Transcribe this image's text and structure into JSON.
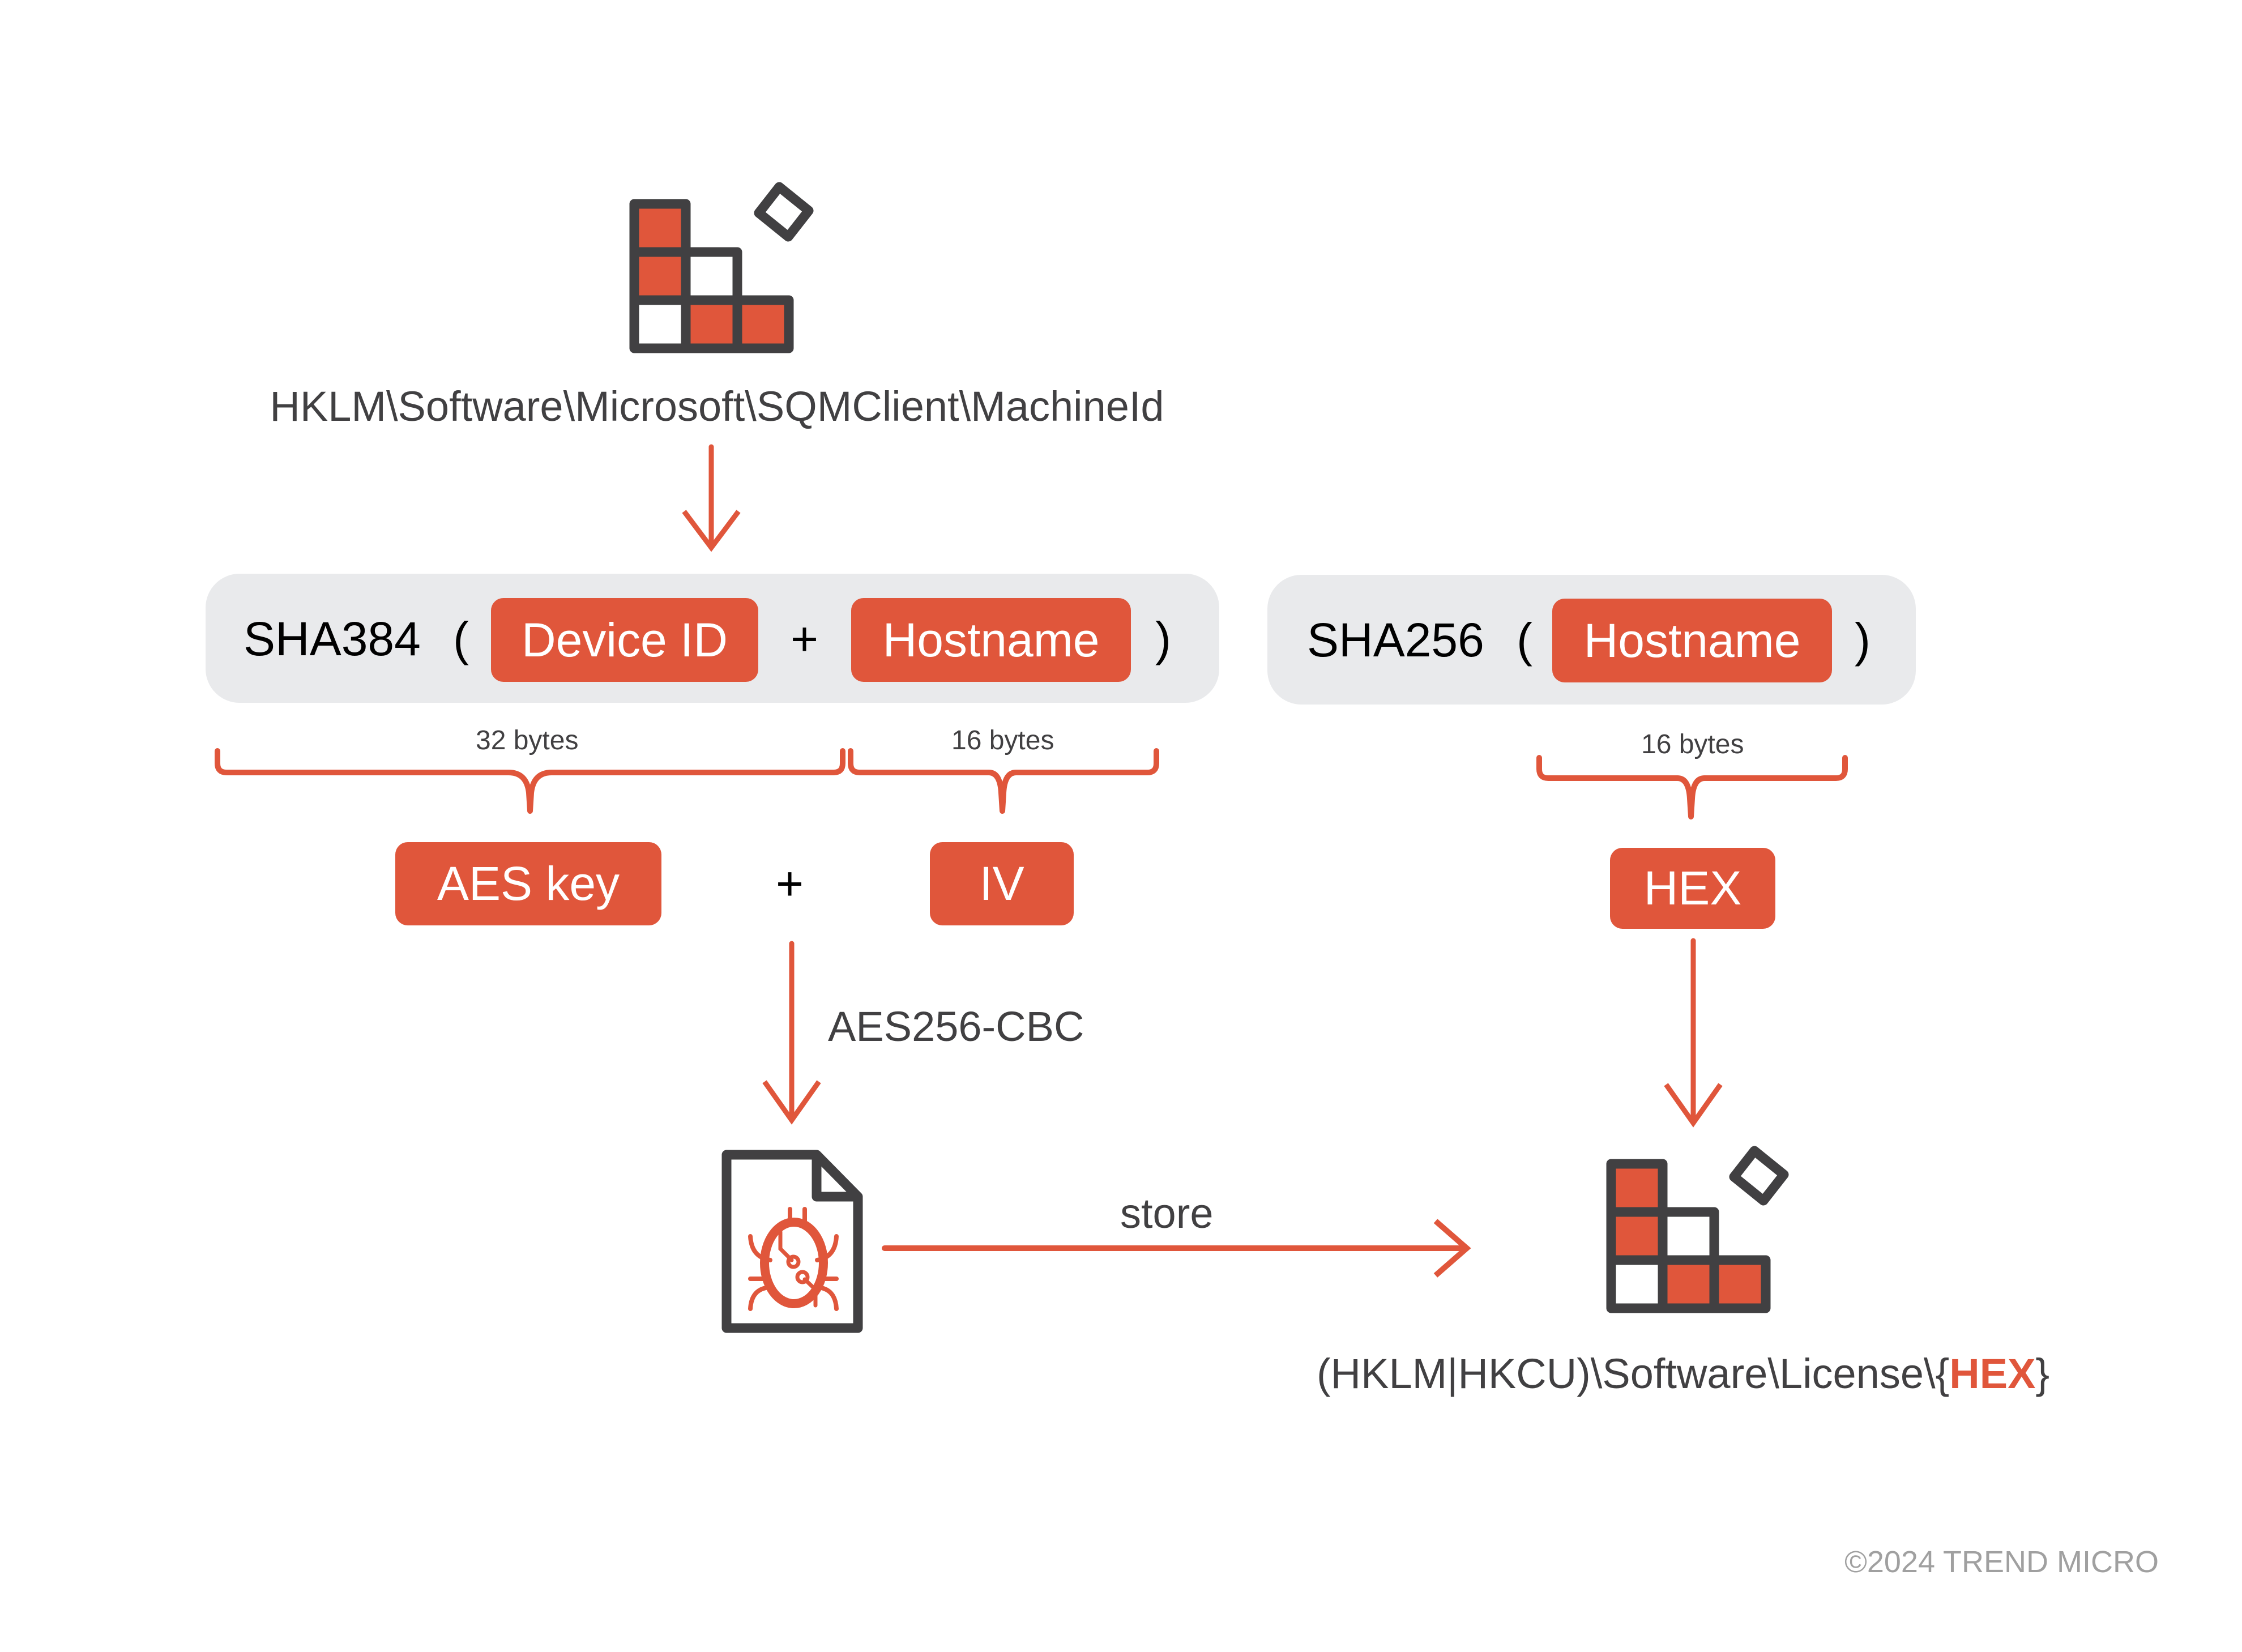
{
  "colors": {
    "accent": "#e0563b",
    "dark": "#414042",
    "gray_box": "#e9eaec",
    "copyright": "#a0a0a0"
  },
  "top_registry": {
    "icon": "registry-icon",
    "path": "HKLM\\Software\\Microsoft\\SQMClient\\MachineId"
  },
  "sha384_box": {
    "func": "SHA384",
    "open_paren": "(",
    "arg1": "Device ID",
    "plus": "+",
    "arg2": "Hostname",
    "close_paren": ")"
  },
  "sha256_box": {
    "func": "SHA256",
    "open_paren": "(",
    "arg1": "Hostname",
    "close_paren": ")"
  },
  "braces": {
    "left_label": "32 bytes",
    "middle_label": "16 bytes",
    "right_label": "16 bytes"
  },
  "outputs": {
    "aes_key": "AES key",
    "plus": "+",
    "iv": "IV",
    "hex": "HEX"
  },
  "cipher_label": "AES256-CBC",
  "encrypted_file": {
    "icon": "malware-file-icon"
  },
  "store_label": "store",
  "bottom_registry": {
    "icon": "registry-icon",
    "path_prefix": "(HKLM|HKCU)\\Software\\License\\{",
    "path_hex": "HEX",
    "path_suffix": "}"
  },
  "copyright": "©2024 TREND MICRO"
}
